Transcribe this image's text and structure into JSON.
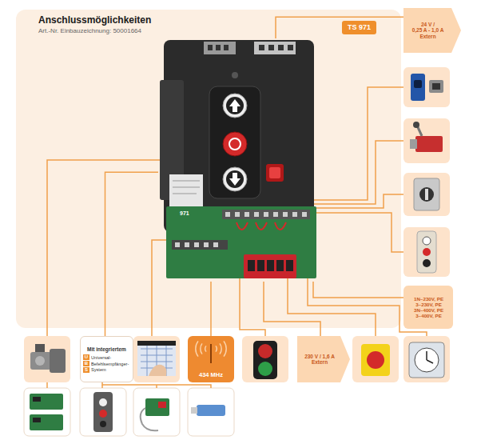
{
  "diagram": {
    "title": "Anschlussmöglichkeiten",
    "nodes": [
      {
        "text": [
          "TS 971"
        ]
      },
      {
        "text": [
          "24 V /",
          "0,25 A - 1,0 A",
          "Extern"
        ]
      },
      {
        "text": [
          "1N~230V, PE",
          "3~230V, PE",
          "3N~400V, PE",
          "3~400V, PE"
        ]
      },
      {
        "text": [
          "Mit integriertem",
          "U",
          "Universal-",
          "B",
          "Befehlsempfänger-",
          "S",
          "System"
        ]
      },
      {
        "text": [
          "434 MHz"
        ]
      },
      {
        "text": [
          "230 V / 1,6 A",
          "Extern"
        ]
      }
    ],
    "edges": [
      {
        "from": 0,
        "to": 1,
        "arrow": "none"
      },
      {
        "from": 0,
        "to": 2,
        "arrow": "none"
      },
      {
        "from": 0,
        "to": 3,
        "arrow": "none"
      },
      {
        "from": 0,
        "to": 4,
        "arrow": "none"
      },
      {
        "from": 0,
        "to": 5,
        "arrow": "none"
      }
    ],
    "labels": [
      "Art.-Nr. Einbauzeichnung: 50001664",
      "971"
    ]
  }
}
